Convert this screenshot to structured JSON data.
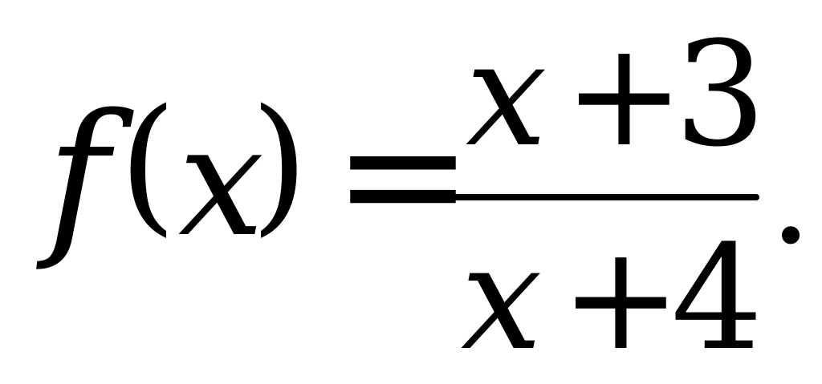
{
  "formula": {
    "lhs": {
      "function": "f",
      "open_paren": "(",
      "variable": "x",
      "close_paren": ")"
    },
    "equals": "=",
    "numerator": {
      "variable": "x",
      "operator": "+",
      "constant": "3"
    },
    "denominator": {
      "variable": "x",
      "operator": "+",
      "constant": "4"
    },
    "period": "."
  }
}
